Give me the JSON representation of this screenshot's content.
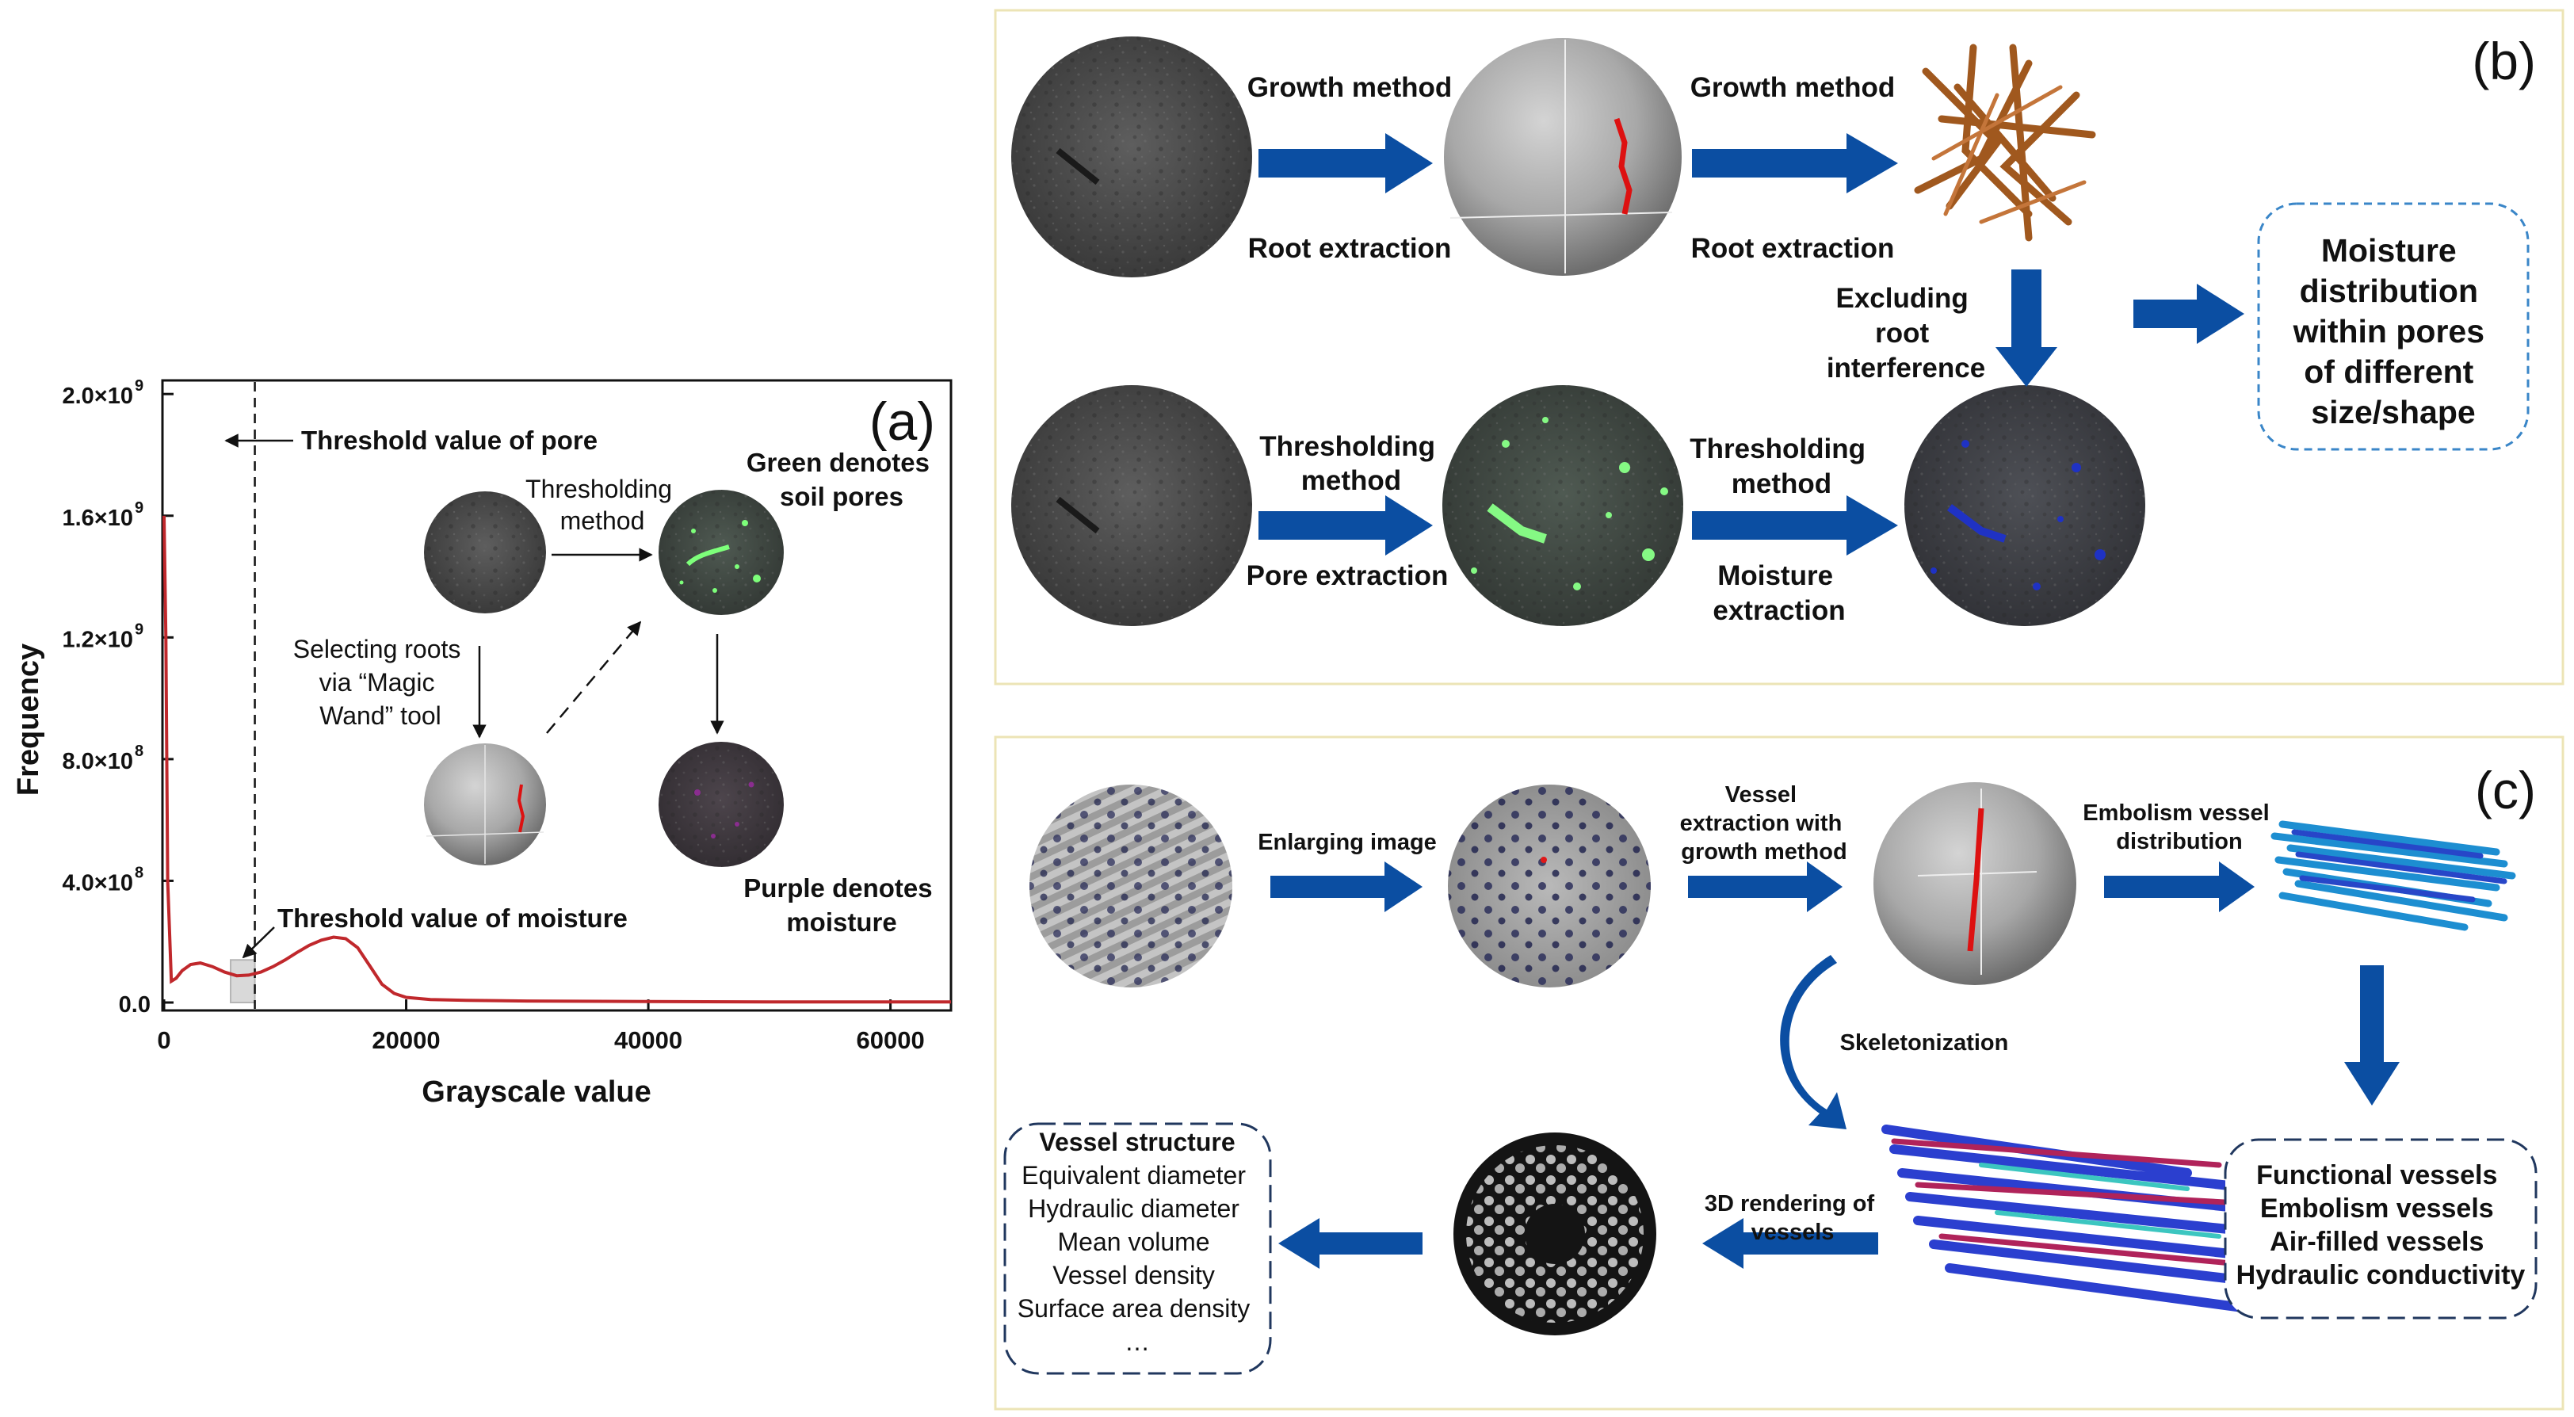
{
  "panel_a": {
    "label": "(a)",
    "ylabel": "Frequency",
    "xlabel": "Grayscale value",
    "yticks": [
      {
        "v": 0,
        "m": "0.0",
        "e": ""
      },
      {
        "v": 0.4,
        "m": "4.0×10",
        "e": "8"
      },
      {
        "v": 0.8,
        "m": "8.0×10",
        "e": "8"
      },
      {
        "v": 1.2,
        "m": "1.2×10",
        "e": "9"
      },
      {
        "v": 1.6,
        "m": "1.6×10",
        "e": "9"
      },
      {
        "v": 2.0,
        "m": "2.0×10",
        "e": "9"
      }
    ],
    "xticks": [
      {
        "v": 0,
        "label": "0"
      },
      {
        "v": 20000,
        "label": "20000"
      },
      {
        "v": 40000,
        "label": "40000"
      },
      {
        "v": 60000,
        "label": "60000"
      }
    ],
    "xlim": [
      0,
      65000
    ],
    "ylim": [
      0,
      2.05
    ],
    "threshold_pore_x": 7500,
    "threshold_moisture_range": [
      5500,
      7500
    ],
    "ann_threshold_pore": "Threshold value of pore",
    "ann_threshold_moisture": "Threshold value of moisture",
    "ann_thresholding": [
      "Thresholding",
      "method"
    ],
    "ann_green": [
      "Green denotes",
      "soil pores"
    ],
    "ann_selecting": [
      "Selecting roots",
      "via “Magic",
      "Wand” tool"
    ],
    "ann_purple": [
      "Purple denotes",
      "moisture"
    ],
    "line_color": "#c0282c"
  },
  "chart_data": {
    "type": "line",
    "xlabel": "Grayscale value",
    "ylabel": "Frequency",
    "xlim": [
      0,
      65000
    ],
    "ylim": [
      0,
      2050000000
    ],
    "series": [
      {
        "x": [
          0,
          150,
          300,
          600,
          1000,
          1500,
          2200,
          3000,
          4000,
          5000,
          6000,
          7000,
          8000,
          9000,
          10000,
          11000,
          12000,
          13000,
          14000,
          15000,
          16000,
          17000,
          18000,
          19000,
          20000,
          22000,
          25000,
          30000,
          40000,
          50000,
          60000,
          65000
        ],
        "y": [
          1600000000,
          1200000000,
          400000000,
          70000000,
          80000000,
          105000000,
          125000000,
          130000000,
          118000000,
          100000000,
          88000000,
          90000000,
          100000000,
          118000000,
          140000000,
          165000000,
          188000000,
          205000000,
          215000000,
          210000000,
          180000000,
          120000000,
          60000000,
          30000000,
          17000000,
          10000000,
          7000000,
          5000000,
          3000000,
          2000000,
          2000000,
          2000000
        ]
      }
    ]
  },
  "panel_b": {
    "label": "(b)",
    "top_left_arrow": [
      "Growth method",
      "Root extraction"
    ],
    "top_right_arrow": [
      "Growth method",
      "Root extraction"
    ],
    "excluding": [
      "Excluding",
      "root",
      "interference"
    ],
    "bottom_left_arrow": [
      "Thresholding",
      "method",
      "Pore extraction"
    ],
    "bottom_right_arrow": [
      "Thresholding",
      "method",
      "Moisture",
      "extraction"
    ],
    "result_box": [
      "Moisture",
      "distribution",
      "within pores",
      "of different",
      "size/shape"
    ],
    "arrow_color": "#0b4ea2"
  },
  "panel_c": {
    "label": "(c)",
    "enlarging": "Enlarging image",
    "vessel_extraction": [
      "Vessel",
      "extraction with",
      "growth method"
    ],
    "embolism_dist": [
      "Embolism vessel",
      "distribution"
    ],
    "skeletonization": "Skeletonization",
    "rendering": [
      "3D rendering of",
      "vessels"
    ],
    "functional_box": [
      "Functional vessels",
      "Embolism vessels",
      "Air-filled vessels",
      "Hydraulic conductivity"
    ],
    "structure_title": "Vessel structure",
    "structure_items": [
      "Equivalent diameter",
      "Hydraulic diameter",
      "Mean volume",
      "Vessel density",
      "Surface area density",
      "…"
    ]
  }
}
